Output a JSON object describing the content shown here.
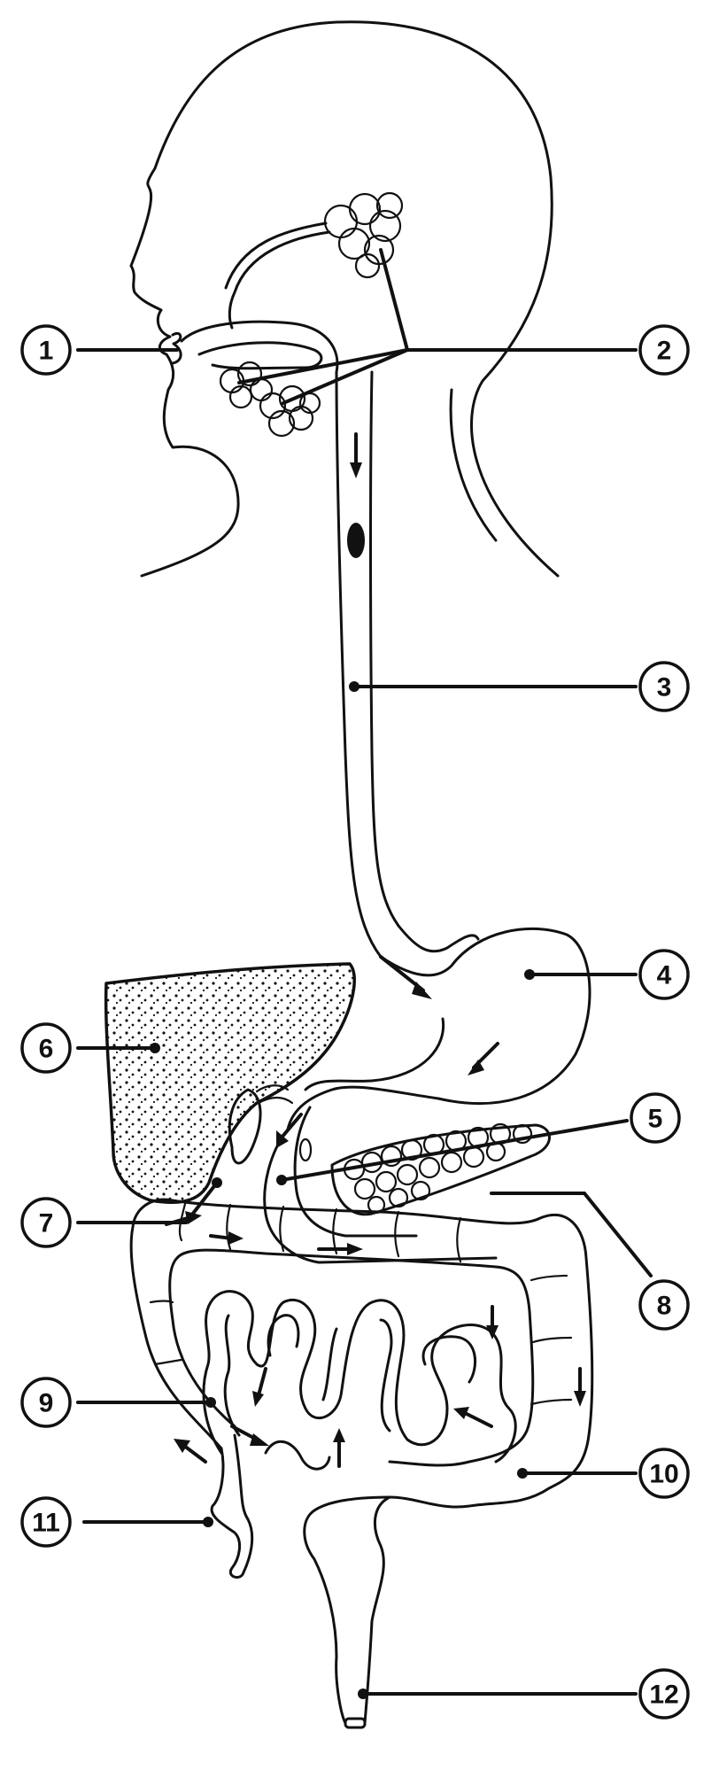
{
  "labels": [
    {
      "id": "label-1",
      "text": "1"
    },
    {
      "id": "label-2",
      "text": "2"
    },
    {
      "id": "label-3",
      "text": "3"
    },
    {
      "id": "label-4",
      "text": "4"
    },
    {
      "id": "label-5",
      "text": "5"
    },
    {
      "id": "label-6",
      "text": "6"
    },
    {
      "id": "label-7",
      "text": "7"
    },
    {
      "id": "label-8",
      "text": "8"
    },
    {
      "id": "label-9",
      "text": "9"
    },
    {
      "id": "label-10",
      "text": "10"
    },
    {
      "id": "label-11",
      "text": "11"
    },
    {
      "id": "label-12",
      "text": "12"
    }
  ]
}
